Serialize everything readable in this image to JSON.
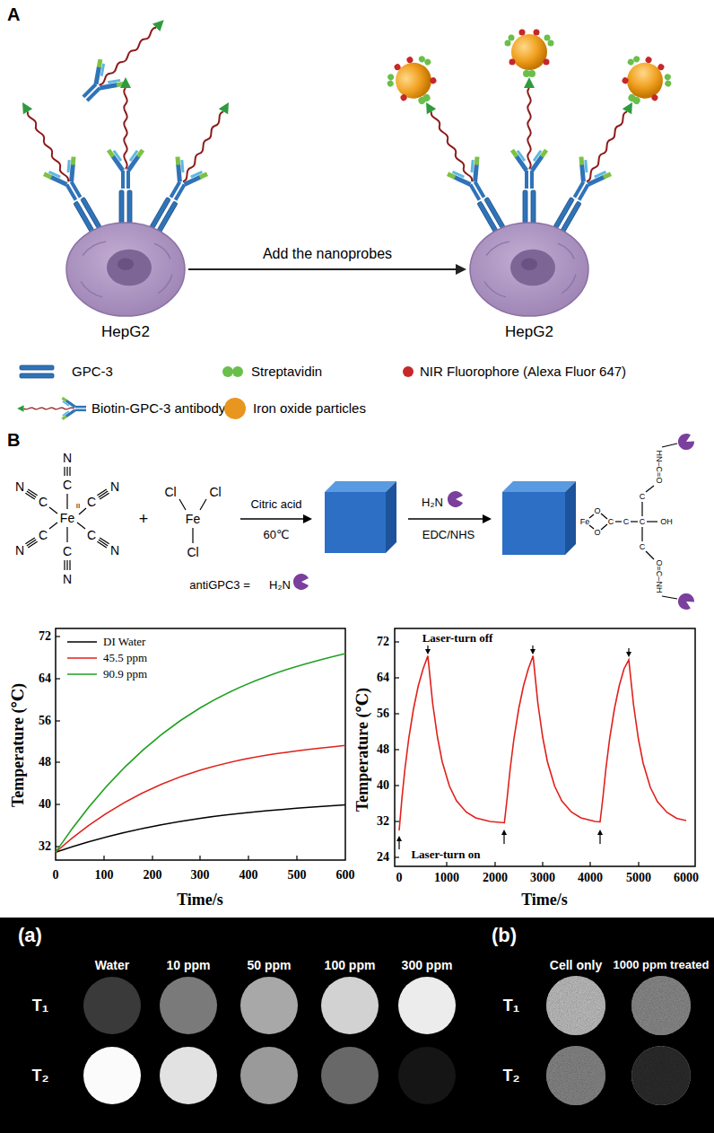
{
  "diagram": {
    "nodes": [
      {
        "text": [
          "HepG2"
        ]
      },
      {
        "text": [
          "HepG2"
        ]
      }
    ],
    "edges": [
      {
        "from": 0,
        "to": 1,
        "arrow": "to",
        "label": "Add the nanoprobes"
      }
    ],
    "labels": [
      "A",
      "B",
      "N",
      "C",
      "N",
      "C",
      "N",
      "C",
      "Fe",
      "II",
      "N",
      "C",
      "N",
      "C",
      "C",
      "N",
      "+",
      "Cl",
      "Fe",
      "Cl",
      "Cl",
      "Citric acid",
      "60℃",
      "H₂N",
      "EDC/NHS",
      "antiGPC3 =",
      "H₂N",
      "Fe",
      "O",
      "O",
      "C",
      "C",
      "C",
      "OH",
      "C",
      "C",
      "HN–C=O",
      "O=C–NH",
      "Temperature (℃)",
      "72",
      "64",
      "56",
      "48",
      "40",
      "32",
      "0",
      "100",
      "200",
      "300",
      "400",
      "500",
      "600",
      "Time/s",
      "Temperature (℃)",
      "72",
      "64",
      "56",
      "48",
      "40",
      "32",
      "24",
      "0",
      "1000",
      "2000",
      "3000",
      "4000",
      "5000",
      "6000",
      "Time/s",
      "Laser-turn off",
      "Laser-turn on",
      "(a)",
      "Water",
      "10 ppm",
      "50 ppm",
      "100 ppm",
      "300 ppm",
      "T₁",
      "T₂",
      "(b)",
      "Cell only",
      "1000 ppm treated",
      "T₁",
      "T₂"
    ],
    "legend": [
      {
        "text": "GPC-3"
      },
      {
        "text": "Streptavidin"
      },
      {
        "text": "NIR Fluorophore (Alexa Fluor 647)",
        "color": "#c62828"
      },
      {
        "text": "Biotin-GPC-3 antibody"
      },
      {
        "text": "Iron oxide particles",
        "color": "#e8961e"
      },
      {
        "text": "DI Water"
      },
      {
        "text": "45.5 ppm"
      },
      {
        "text": "90.9 ppm"
      }
    ]
  }
}
